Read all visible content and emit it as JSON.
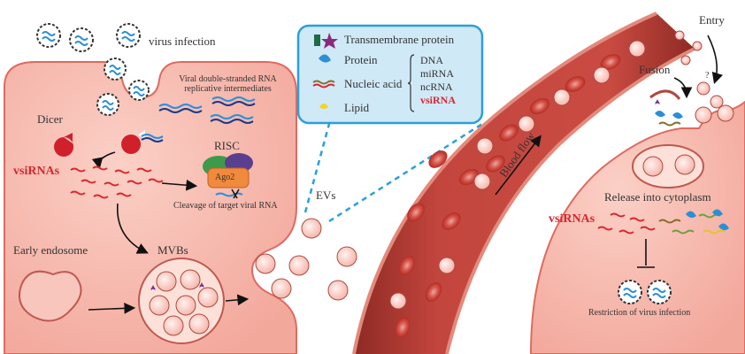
{
  "labels": {
    "virus_infection": "virus infection",
    "viral_dsrna": "Viral double-stranded RNA",
    "replicative": "replicative intermediates",
    "dicer": "Dicer",
    "risc": "RISC",
    "ago2": "Ago2",
    "vsirnas_left": "vsiRNAs",
    "cleavage": "Cleavage of target viral RNA",
    "early_endosome": "Early endosome",
    "mvbs": "MVBs",
    "evs": "EVs",
    "blood_flow": "Blood flow",
    "entry": "Entry",
    "fusion": "Fusion",
    "question": "?",
    "release": "Release into cytoplasm",
    "vsirnas_right": "vsiRNAs",
    "restriction": "Restriction of virus infection"
  },
  "legend": {
    "transmembrane": "Transmembrane protein",
    "protein": "Protein",
    "nucleic_acid": "Nucleic acid",
    "lipid": "Lipid",
    "na_types": [
      "DNA",
      "miRNA",
      "ncRNA",
      "vsiRNA"
    ]
  },
  "colors": {
    "cell_fill": "#f6b3a8",
    "cell_stroke": "#e06a60",
    "vessel": "#c1443d",
    "legend_border": "#2a9fdc",
    "legend_fill": "#cfe9f7",
    "accent_red": "#d9262e"
  }
}
